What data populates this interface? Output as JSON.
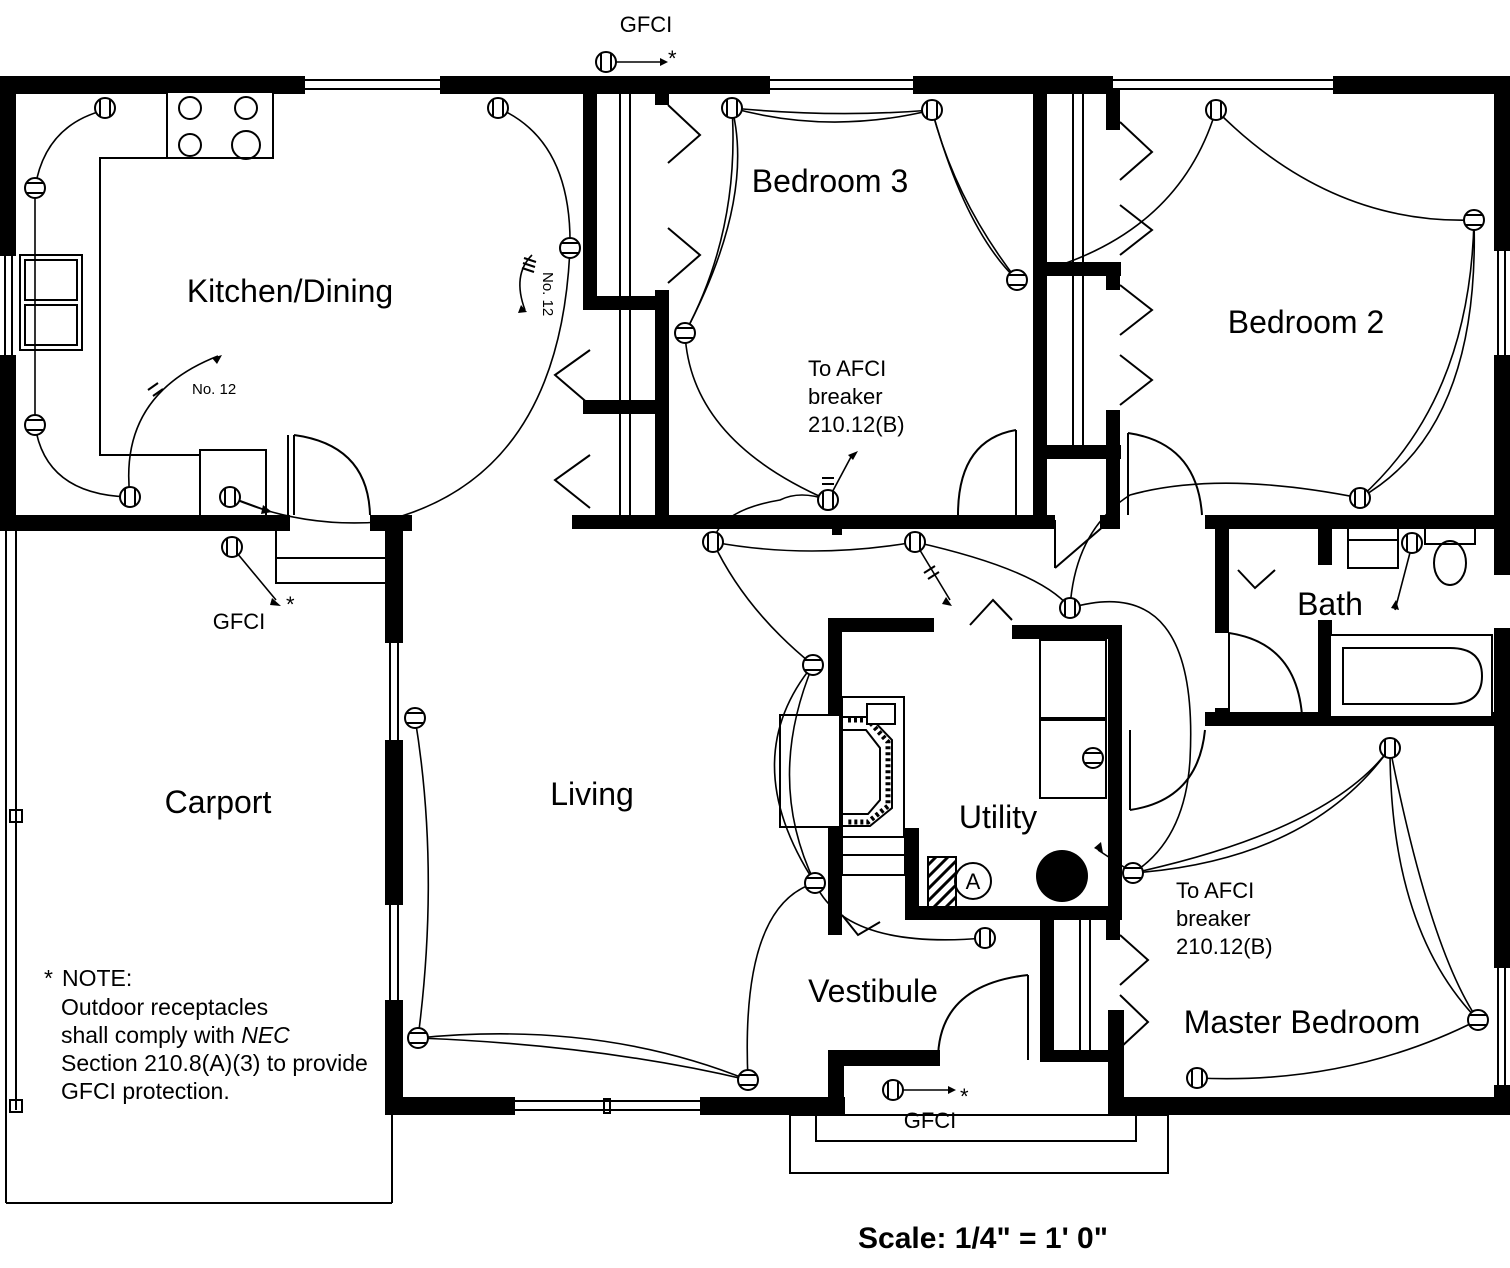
{
  "rooms": {
    "kitchen": "Kitchen/Dining",
    "bedroom3": "Bedroom 3",
    "bedroom2": "Bedroom 2",
    "bath": "Bath",
    "carport": "Carport",
    "living": "Living",
    "utility": "Utility",
    "vestibule": "Vestibule",
    "master": "Master Bedroom"
  },
  "labels": {
    "gfci_top": "GFCI",
    "gfci_carport": "GFCI",
    "gfci_front": "GFCI",
    "asterisk": "*",
    "wire_size_1": "No. 12",
    "wire_size_2": "No. 12",
    "afci_1": [
      "To AFCI",
      "breaker",
      "210.12(B)"
    ],
    "afci_2": [
      "To AFCI",
      "breaker",
      "210.12(B)"
    ],
    "appliance_a": "A"
  },
  "note": {
    "title": "NOTE:",
    "lines": [
      "Outdoor receptacles",
      "shall comply with ",
      "Section 210.8(A)(3) to provide",
      "GFCI protection."
    ],
    "nec": "NEC"
  },
  "scale": "Scale: 1/4\" = 1' 0\""
}
